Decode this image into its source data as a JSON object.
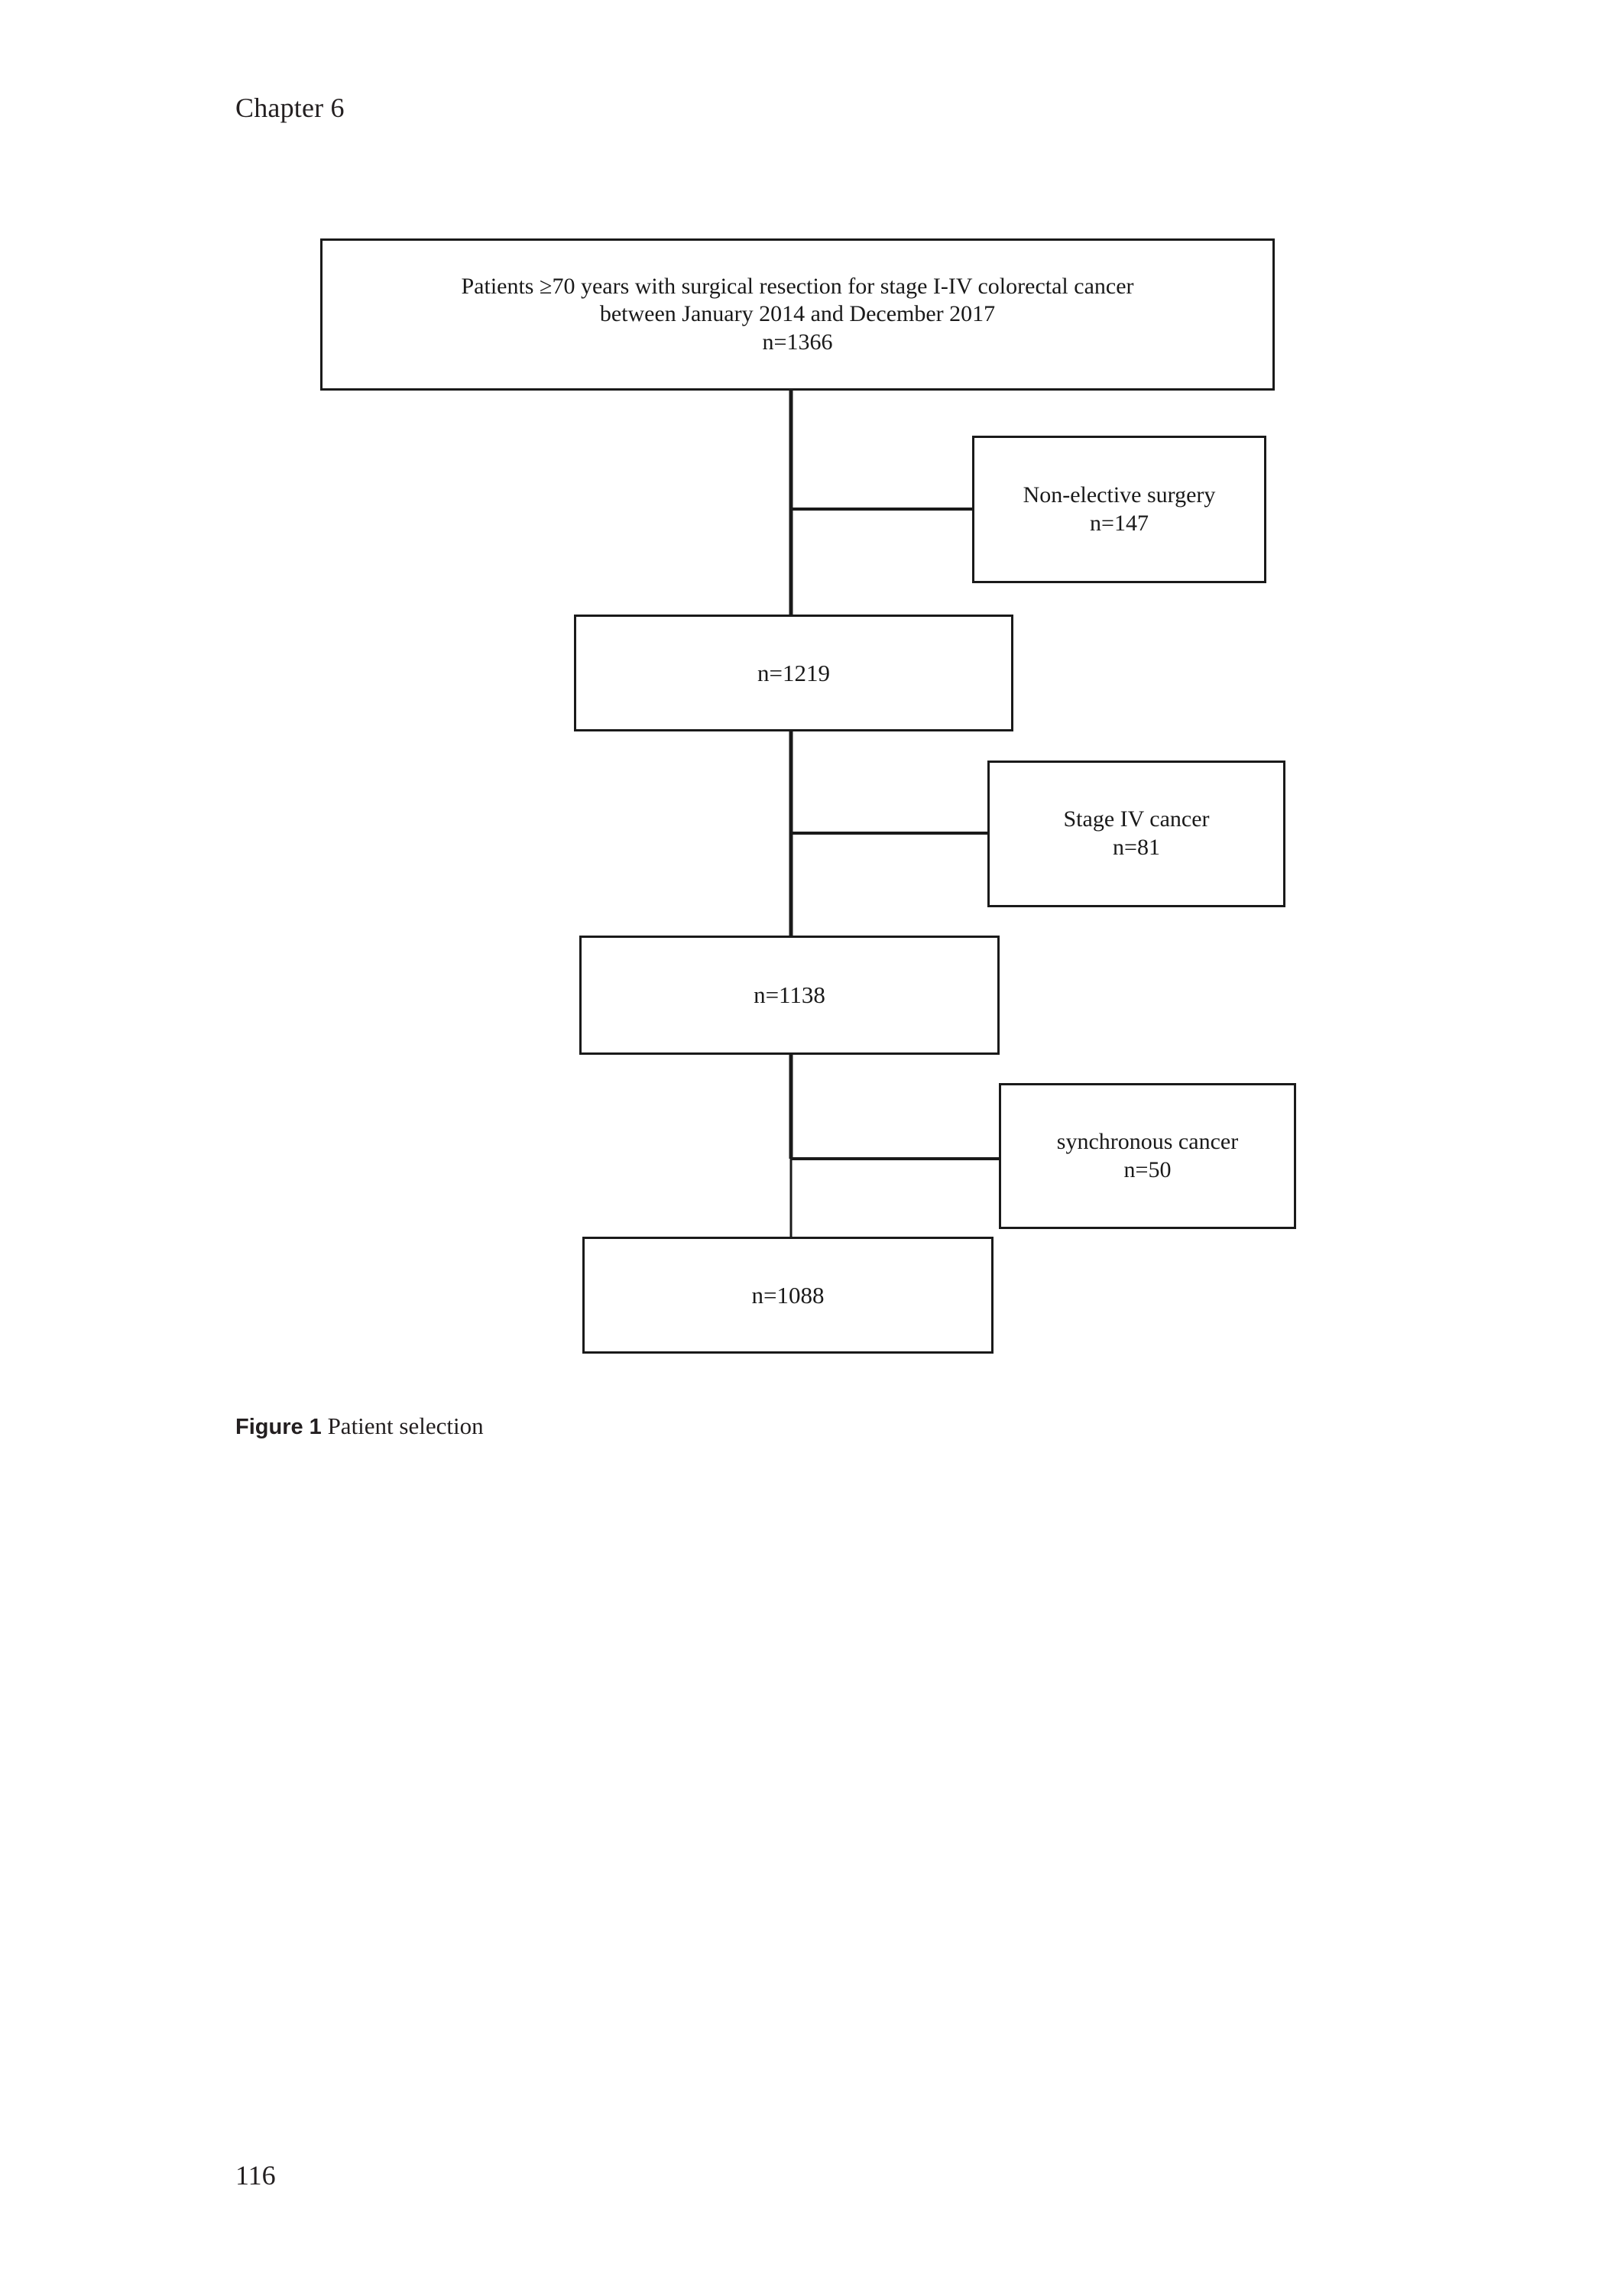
{
  "page": {
    "chapter_header": "Chapter 6",
    "page_number": "116"
  },
  "figure": {
    "caption_label": "Figure 1",
    "caption_text": " Patient selection"
  },
  "flowchart": {
    "type": "patient-selection-flow-diagram",
    "line_color": "#1a1a1a",
    "boxes": [
      {
        "id": "cohort",
        "role": "inclusion",
        "text": "Patients ≥70 years with surgical resection for stage I-IV colorectal cancer\nbetween January 2014 and December 2017\nn=1366",
        "n": 1366
      },
      {
        "id": "nonelective",
        "role": "exclusion",
        "text": "Non-elective surgery\nn=147",
        "n": 147
      },
      {
        "id": "n1219",
        "role": "remaining",
        "text": "n=1219",
        "n": 1219
      },
      {
        "id": "stage4",
        "role": "exclusion",
        "text": "Stage IV cancer\nn=81",
        "n": 81
      },
      {
        "id": "n1138",
        "role": "remaining",
        "text": "n=1138",
        "n": 1138
      },
      {
        "id": "synchronous",
        "role": "exclusion",
        "text": "synchronous cancer\nn=50",
        "n": 50
      },
      {
        "id": "n1088",
        "role": "final",
        "text": "n=1088",
        "n": 1088
      }
    ]
  }
}
